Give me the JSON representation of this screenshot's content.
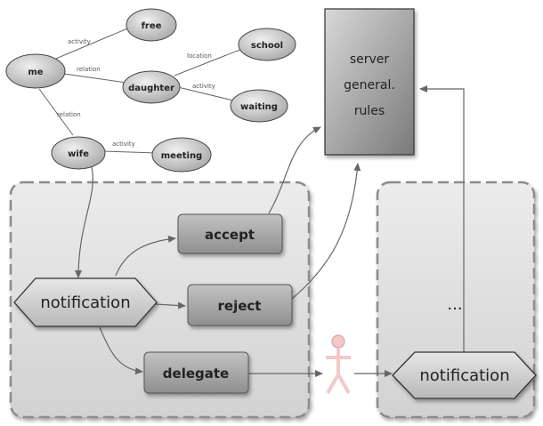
{
  "graph": {
    "nodes": {
      "me": "me",
      "free": "free",
      "daughter": "daughter",
      "school": "school",
      "waiting": "waiting",
      "wife": "wife",
      "meeting": "meeting"
    },
    "edges": {
      "me_free": "activity",
      "me_daughter": "relation",
      "me_wife": "relation",
      "daughter_school": "location",
      "daughter_waiting": "activity",
      "wife_meeting": "activity"
    }
  },
  "server": {
    "line1": "server",
    "line2": "general.",
    "line3": "rules"
  },
  "left_panel": {
    "notification": "notification",
    "accept": "accept",
    "reject": "reject",
    "delegate": "delegate"
  },
  "right_panel": {
    "ellipsis": "...",
    "notification": "notification"
  },
  "colors": {
    "panel_fill": "#dedede",
    "panel_border": "#8c8c8c",
    "button_fill": "#a8a8a8",
    "hex_fill": "#cfcfcf",
    "server_fill": "#9a9a9a",
    "node_fill": "#d4d4d4",
    "person_fill": "#f2c9c9"
  }
}
